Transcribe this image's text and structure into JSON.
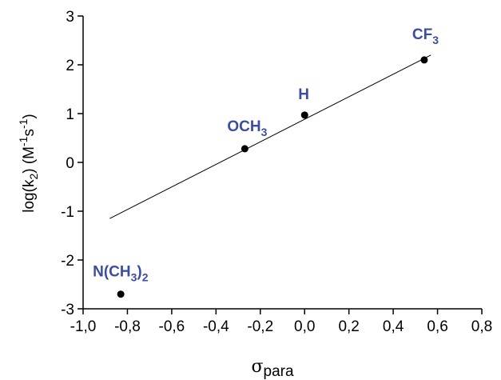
{
  "chart_data": {
    "type": "scatter",
    "title": "",
    "xlabel": "σ",
    "xlabel_sub": "para",
    "ylabel": "log(k",
    "ylabel_sub": "2",
    "ylabel_tail": ") (M",
    "ylabel_sup1": "-1",
    "ylabel_mid": "s",
    "ylabel_sup2": "-1",
    "ylabel_end": ")",
    "xlim": [
      -1.0,
      0.8
    ],
    "ylim": [
      -3,
      3
    ],
    "x_ticks": [
      -1.0,
      -0.8,
      -0.6,
      -0.4,
      -0.2,
      0.0,
      0.2,
      0.4,
      0.6,
      0.8
    ],
    "x_tick_labels": [
      "-1,0",
      "-0,8",
      "-0,6",
      "-0,4",
      "-0,2",
      "0,0",
      "0,2",
      "0,4",
      "0,6",
      "0,8"
    ],
    "y_ticks": [
      -3,
      -2,
      -1,
      0,
      1,
      2,
      3
    ],
    "y_tick_labels": [
      "-3",
      "-2",
      "-1",
      "0",
      "1",
      "2",
      "3"
    ],
    "grid": false,
    "points": [
      {
        "label": "N(CH",
        "sub": "3",
        "tail": ")",
        "tail_sub": "2",
        "x": -0.83,
        "y": -2.7
      },
      {
        "label": "OCH",
        "sub": "3",
        "tail": "",
        "tail_sub": "",
        "x": -0.27,
        "y": 0.28
      },
      {
        "label": "H",
        "sub": "",
        "tail": "",
        "tail_sub": "",
        "x": 0.0,
        "y": 0.97
      },
      {
        "label": "CF",
        "sub": "3",
        "tail": "",
        "tail_sub": "",
        "x": 0.54,
        "y": 2.1
      }
    ],
    "fit_line": {
      "x_start": -0.88,
      "y_start": -1.15,
      "x_end": 0.57,
      "y_end": 2.2
    },
    "colors": {
      "label": "#3c4da0",
      "marker": "#000000",
      "line": "#000000"
    }
  }
}
